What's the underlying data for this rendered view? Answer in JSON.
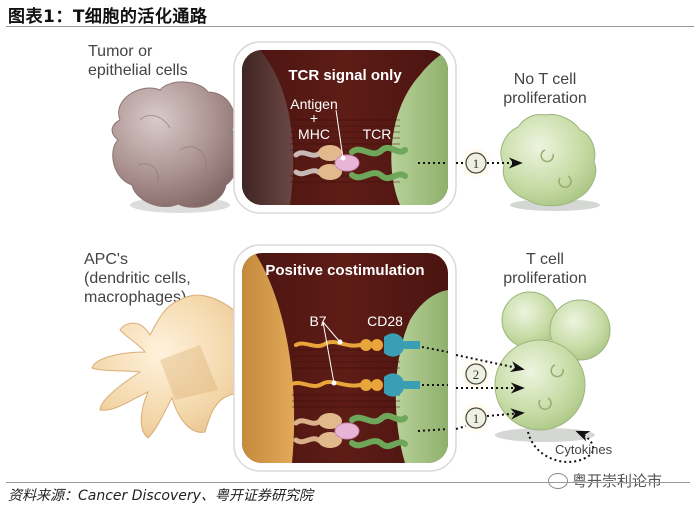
{
  "figure": {
    "title": "图表1：T细胞的活化通路",
    "source": "资料来源：Cancer Discovery、粤开证券研究院",
    "watermark": "粤开崇利论市"
  },
  "top_row": {
    "left_cell_label": [
      "Tumor or",
      "epithelial cells"
    ],
    "panel_title": "TCR signal only",
    "molecule_labels": {
      "antigen": "Antigen",
      "plus": "+",
      "mhc": "MHC",
      "tcr": "TCR"
    },
    "signal_markers": [
      "1"
    ],
    "outcome_label": [
      "No T cell",
      "proliferation"
    ]
  },
  "bottom_row": {
    "left_cell_label": [
      "APC's",
      "(dendritic cells,",
      "macrophages)"
    ],
    "panel_title": "Positive costimulation",
    "molecule_labels": {
      "b7": "B7",
      "cd28": "CD28"
    },
    "signal_markers": [
      "2",
      "1"
    ],
    "outcome_label": [
      "T cell",
      "proliferation"
    ],
    "cytokines_label": "Cytokines"
  },
  "colors": {
    "panel_bg": "#5a1a14",
    "tumor_cell": "#9c8583",
    "apc_cell": "#f1cf9c",
    "t_cell": "#c3d8a0",
    "b7": "#e8a53a",
    "cd28": "#3a9fb5",
    "tcr": "#6ea65a",
    "mhc": "#e2b98d",
    "antigen": "#e8b5d6"
  }
}
